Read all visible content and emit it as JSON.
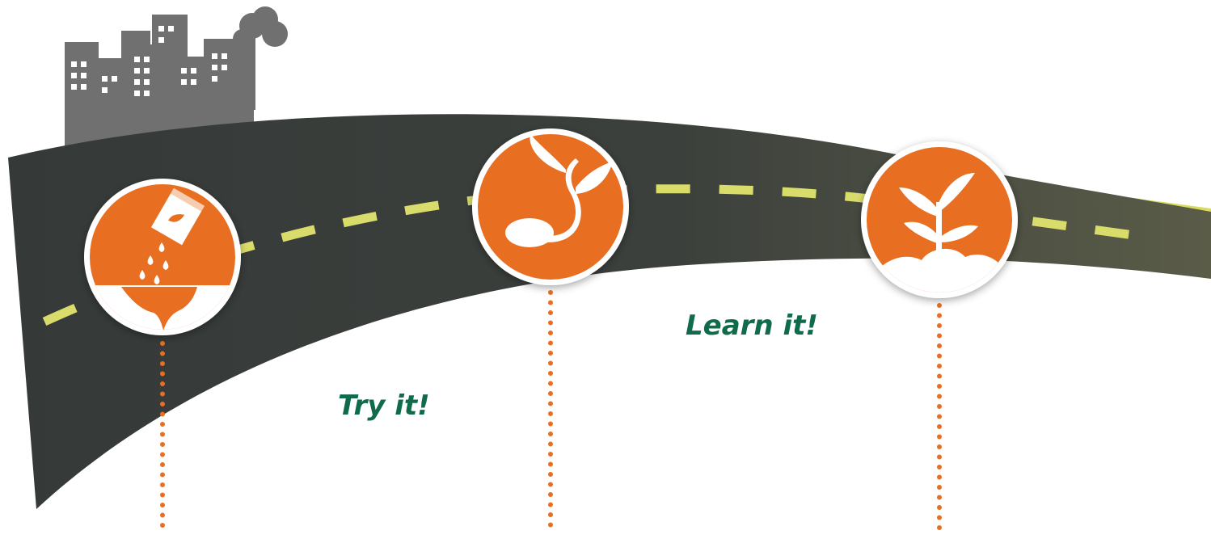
{
  "labels": {
    "try": "Try it!",
    "learn": "Learn it!"
  },
  "stages": [
    {
      "name": "seed-packet-pouring",
      "icon": "seed-packet-icon"
    },
    {
      "name": "sprouting-seed",
      "icon": "sprout-icon"
    },
    {
      "name": "growing-plant",
      "icon": "plant-icon"
    }
  ],
  "colors": {
    "road_start": "#353a39",
    "road_end": "#5a5c48",
    "road_edge_highlight": "#d9dc5a",
    "dashes": "#d9dc6a",
    "badge_fill": "#e86f22",
    "badge_ring": "#ffffff",
    "connector": "#e86f22",
    "city": "#707070",
    "label_text": "#0f6b4a"
  }
}
